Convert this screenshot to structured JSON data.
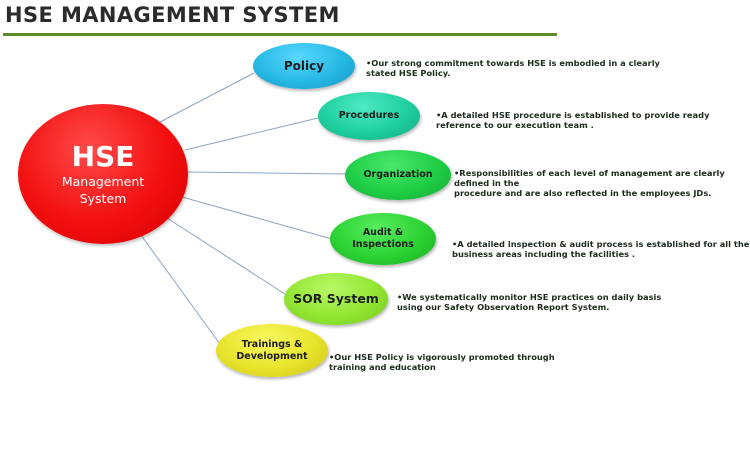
{
  "title": "HSE MANAGEMENT SYSTEM",
  "colors": {
    "title_rule": "#5b8c2a",
    "hub": "#f20f0f",
    "policy": "#27b8e4",
    "procedures": "#1fcfa0",
    "organization": "#1fce45",
    "audit": "#2cd233",
    "sor": "#92e632",
    "trainings": "#e8e42c",
    "connector": "#8ea4c4"
  },
  "hub": {
    "abbreviation": "HSE",
    "line1": "Management",
    "line2": "System"
  },
  "elements": [
    {
      "label": "Policy",
      "description": "•Our strong commitment towards HSE is embodied in a clearly\n stated HSE Policy."
    },
    {
      "label": "Procedures",
      "description": "•A detailed HSE procedure is established to provide ready\n reference to our execution team ."
    },
    {
      "label": "Organization",
      "description": "•Responsibilities of each level of management are clearly defined in the\n procedure and are also reflected in the employees JDs."
    },
    {
      "label": "Audit &\nInspections",
      "description": "•A detailed inspection & audit process is established for all the\n business areas including the facilities ."
    },
    {
      "label": "SOR System",
      "description": "•We systematically monitor HSE practices on daily basis\n using our Safety Observation Report System."
    },
    {
      "label": "Trainings &\nDevelopment",
      "description": "•Our HSE Policy is vigorously promoted through\n training and education"
    }
  ]
}
